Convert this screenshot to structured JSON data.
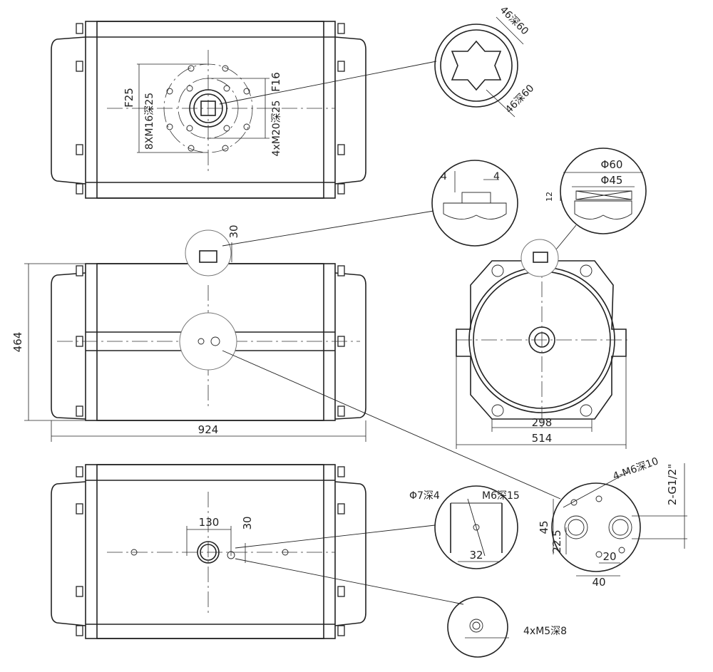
{
  "labels": {
    "top_view": {
      "f25": "F25",
      "f16": "F16",
      "holes_f25": "8XM16深25",
      "holes_f16": "4xM20深25"
    },
    "shaft_detail": {
      "key_1": "46深60",
      "key_2": "46深60"
    },
    "indicator_detail_a": {
      "dim_left": "4",
      "dim_right": "4"
    },
    "indicator_detail_b": {
      "phi_outer": "Φ60",
      "phi_inner": "Φ45",
      "height": "12"
    },
    "front_view": {
      "indicator_height": "30",
      "height": "464",
      "length": "924"
    },
    "end_view": {
      "bolt_pitch": "298",
      "width": "514"
    },
    "port_detail": {
      "threads": "4-M6深10",
      "ports": "2-G1/2\"",
      "d45": "45",
      "d22_5": "22.5",
      "d20": "20",
      "d40": "40"
    },
    "bottom_view": {
      "d130": "130",
      "d30": "30"
    },
    "bottom_detail_a": {
      "pin": "Φ7深4",
      "thread": "M6深15",
      "d32": "32"
    },
    "bottom_detail_b": {
      "thread": "4xM5深8"
    }
  }
}
